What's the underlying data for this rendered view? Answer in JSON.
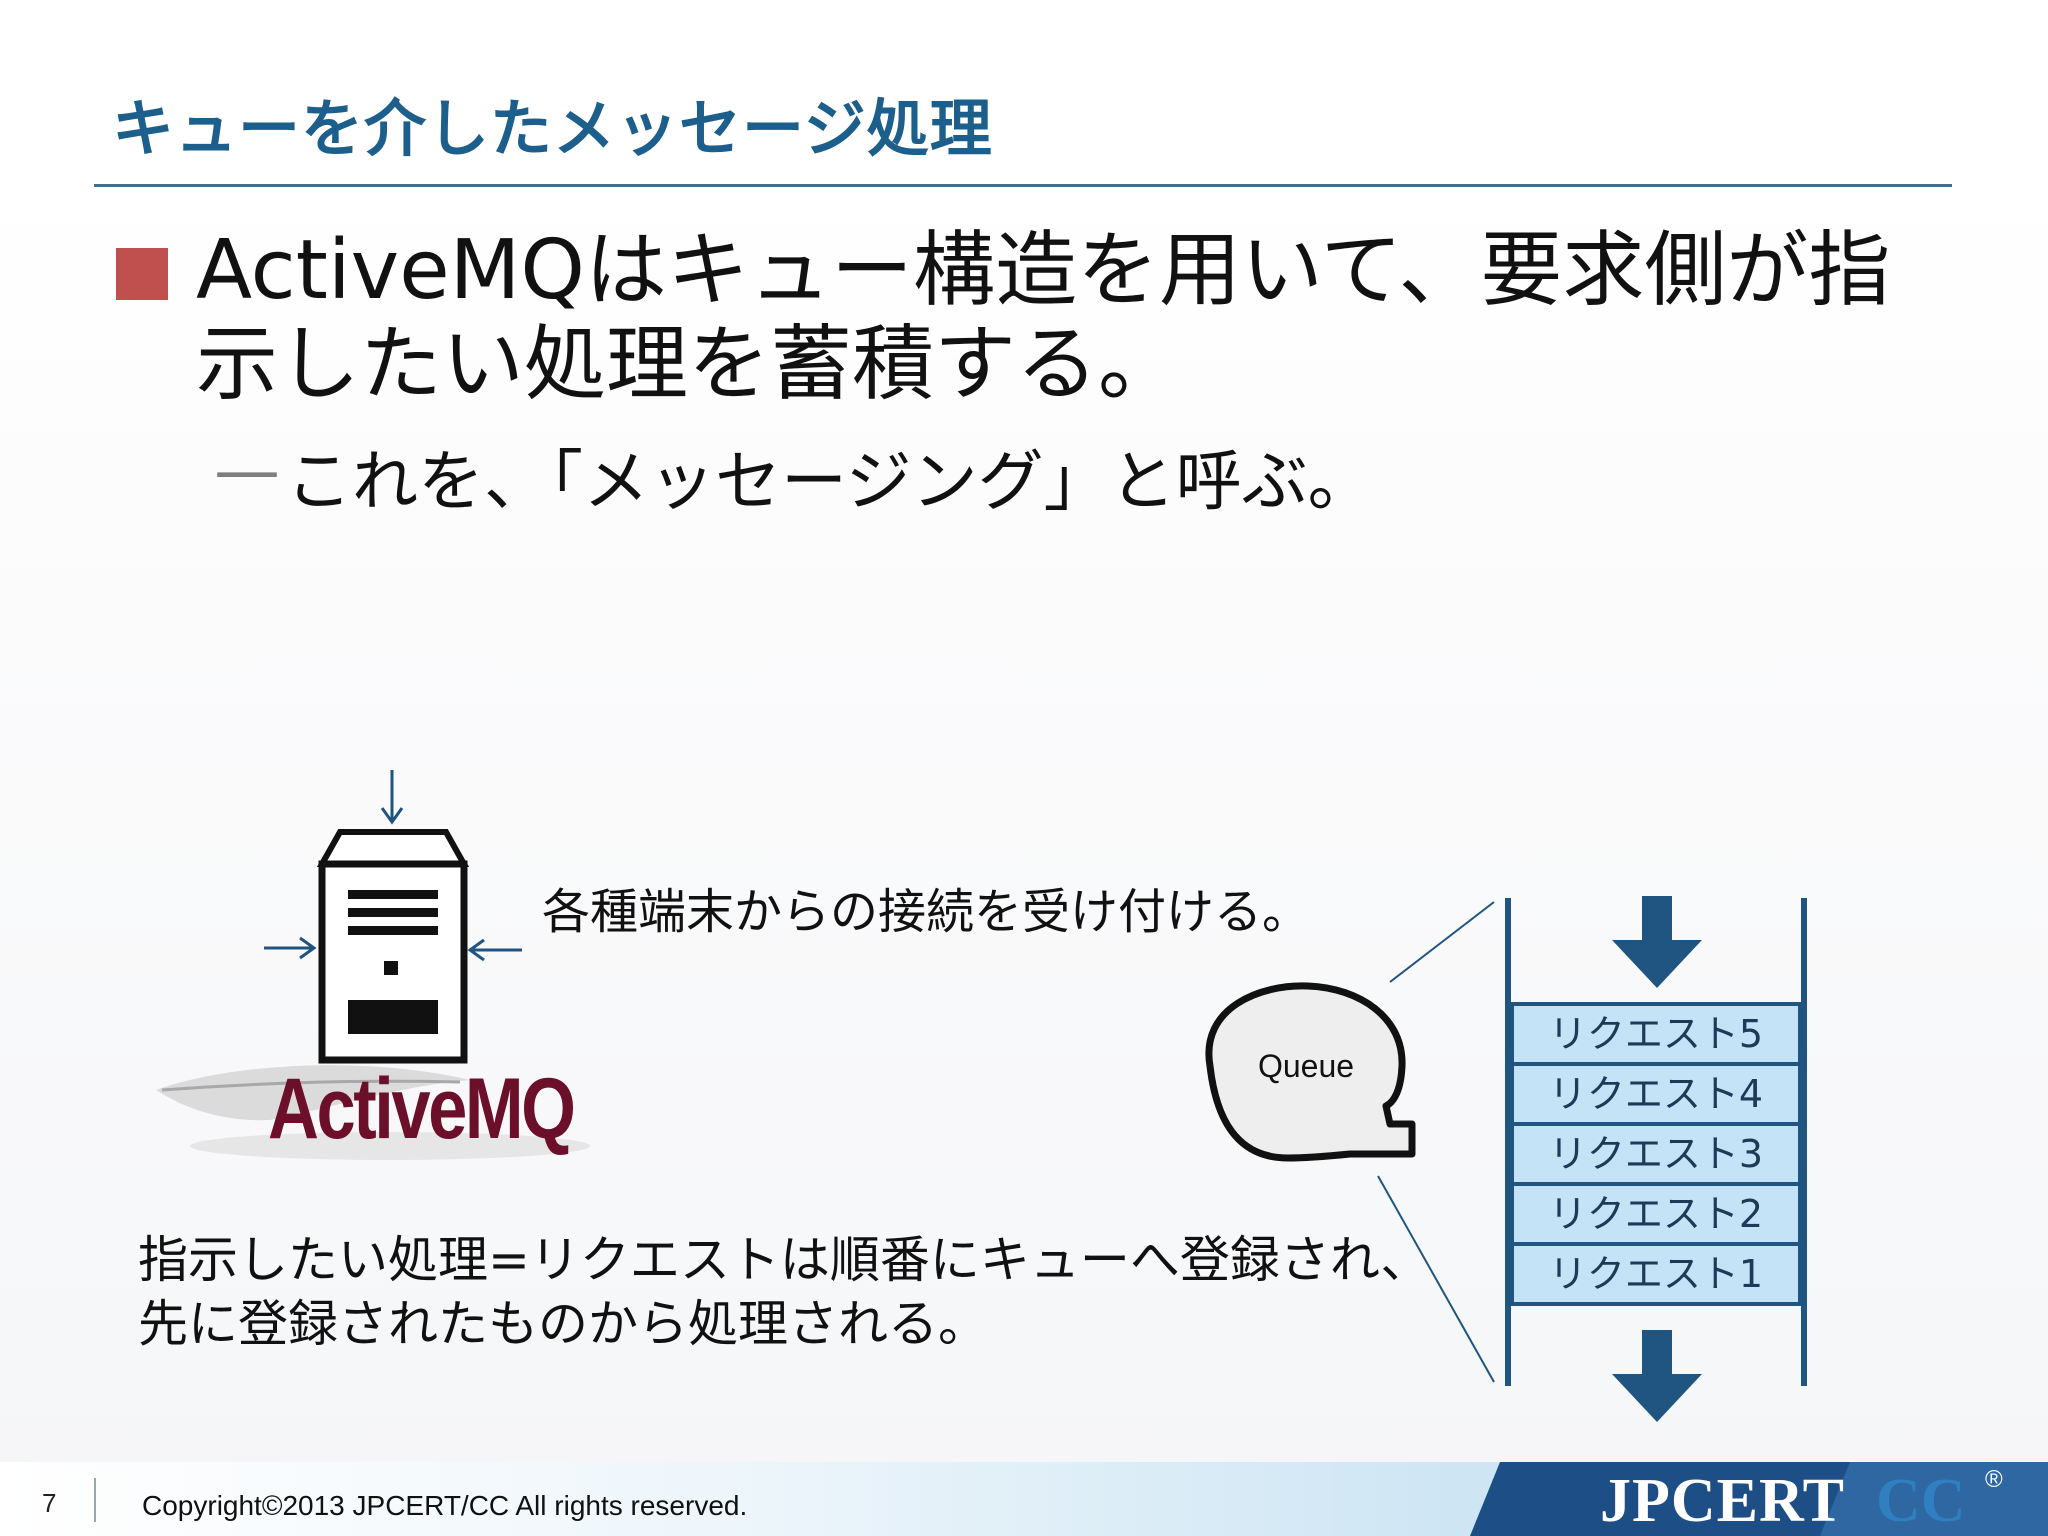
{
  "slide": {
    "title": "キューを介したメッセージ処理",
    "bullet": "ActiveMQはキュー構造を用いて、要求側が指示したい処理を蓄積する。",
    "sub_dash": "—",
    "sub_bullet": "これを、「メッセージング」と呼ぶ。",
    "caption_connections": "各種端末からの接続を受け付ける。",
    "caption_queue": "指示したい処理=リクエストは順番にキューへ登録され、先に登録されたものから処理される。"
  },
  "diagram": {
    "logo_text": "ActiveMQ",
    "bubble_label": "Queue",
    "queue_items": [
      "リクエスト5",
      "リクエスト4",
      "リクエスト3",
      "リクエスト2",
      "リクエスト1"
    ]
  },
  "footer": {
    "page_number": "7",
    "copyright": "Copyright©2013 JPCERT/CC All rights reserved.",
    "brand_main": "JPCERT",
    "brand_cc": "CC",
    "brand_reg": "®"
  },
  "colors": {
    "title": "#1d5f8c",
    "bullet_square": "#c0504d",
    "queue_fill": "#c5e3f7",
    "queue_stroke": "#1f5580",
    "arrow": "#1f5580",
    "logo_text": "#6b0f2a"
  },
  "icons": [
    "server-icon",
    "down-arrow-icon",
    "feather-icon",
    "speech-bubble-icon"
  ]
}
